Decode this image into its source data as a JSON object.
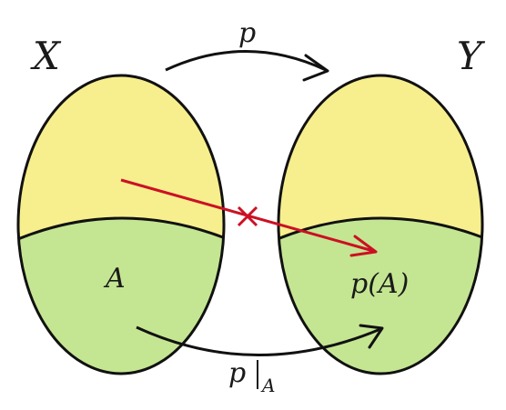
{
  "labels": {
    "set_x": "X",
    "set_y": "Y",
    "subset_a": "A",
    "image_a": "p(A)",
    "map_top": "p",
    "map_bottom_base": "p",
    "map_bottom_sub": "A"
  },
  "colors": {
    "upper_region": "#f7ef8e",
    "lower_region": "#c4e692",
    "outline": "#111111",
    "blocked_arrow": "#cc1024",
    "map_arrow": "#111111",
    "text": "#1a1a1a"
  }
}
